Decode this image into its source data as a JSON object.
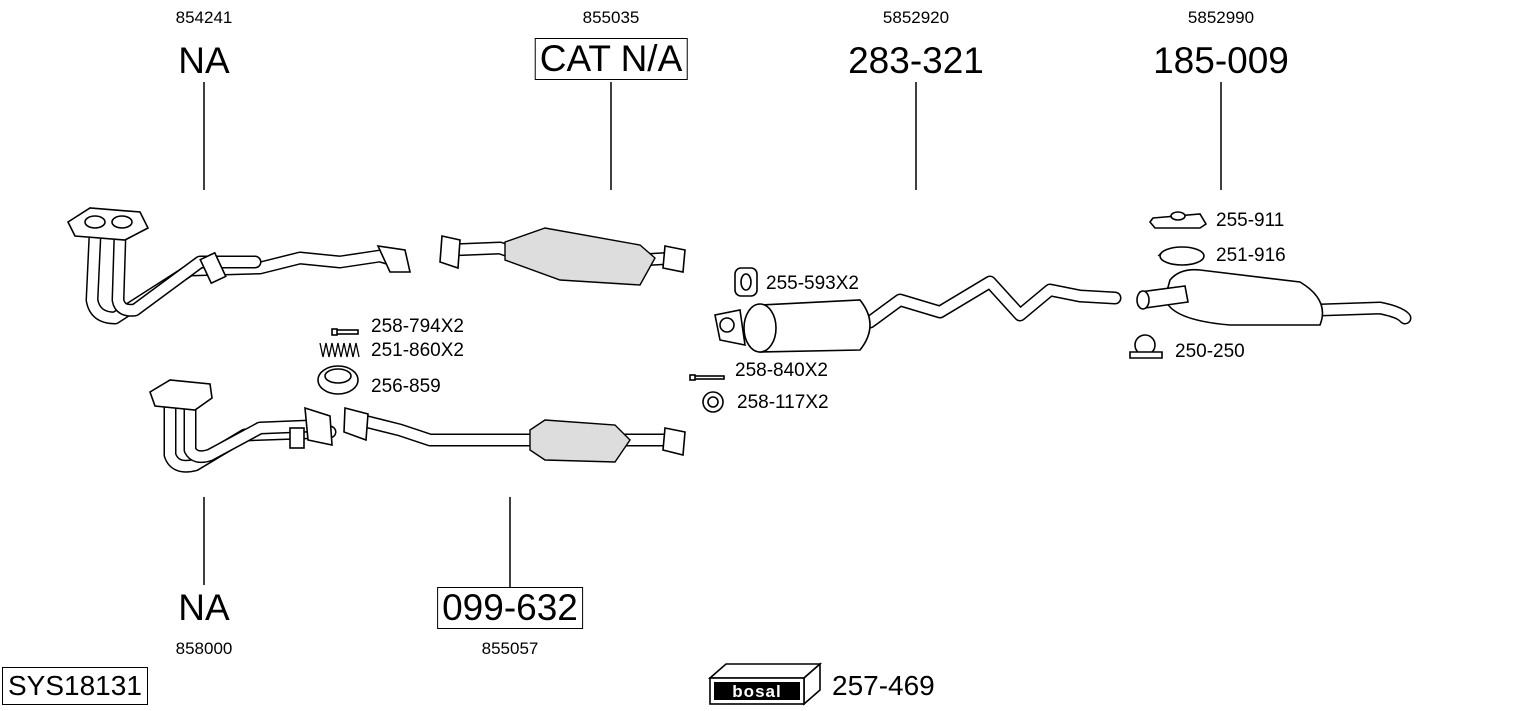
{
  "title": "SYS18131",
  "brand": "bosal",
  "brand_box_part": "257-469",
  "top_parts": [
    {
      "ref": "854241",
      "part": "NA",
      "boxed": false
    },
    {
      "ref": "855035",
      "part": "CAT N/A",
      "boxed": true
    },
    {
      "ref": "5852920",
      "part": "283-321",
      "boxed": false
    },
    {
      "ref": "5852990",
      "part": "185-009",
      "boxed": false
    }
  ],
  "bottom_parts": [
    {
      "ref": "858000",
      "part": "NA",
      "boxed": false
    },
    {
      "ref": "855057",
      "part": "099-632",
      "boxed": true
    }
  ],
  "accessories": [
    "258-794X2",
    "251-860X2",
    "256-859",
    "255-593X2",
    "258-840X2",
    "258-117X2",
    "255-911",
    "251-916",
    "250-250"
  ]
}
